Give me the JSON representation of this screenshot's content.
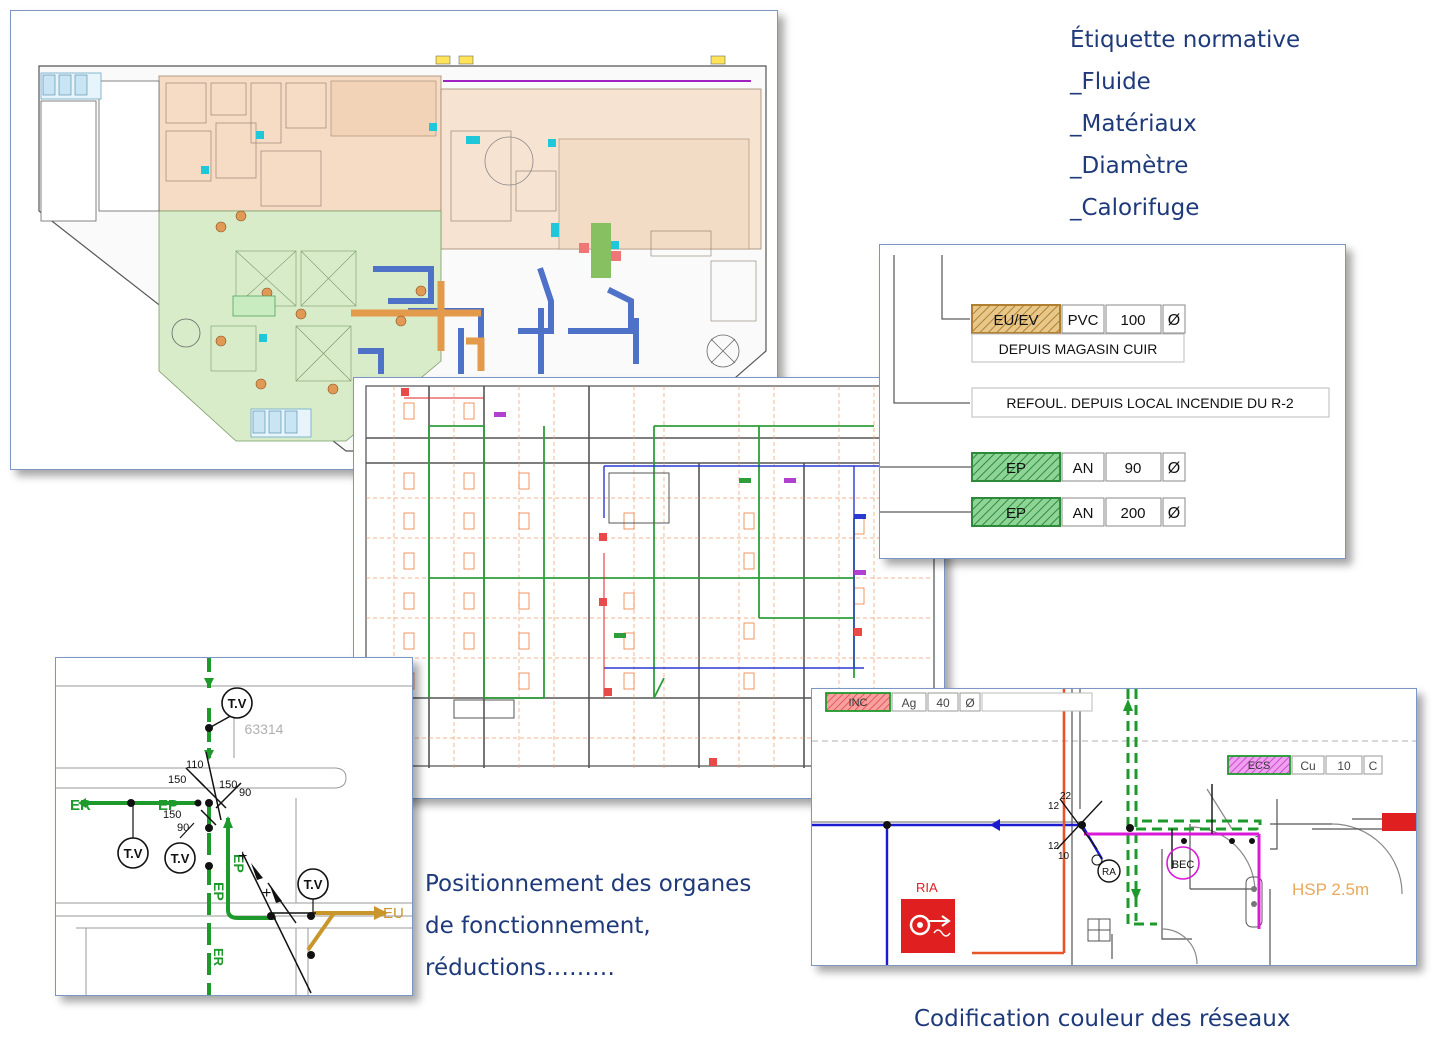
{
  "captions": {
    "label_list": [
      "Étiquette normative",
      "_Fluide",
      "_Matériaux",
      "_Diamètre",
      "_Calorifuge"
    ],
    "positioning": [
      "Positionnement des organes",
      "de fonctionnement,",
      "réductions………"
    ],
    "color_coding": "Codification couleur des réseaux"
  },
  "label_panel": {
    "rows": [
      {
        "fluid": "EU/EV",
        "material": "PVC",
        "diameter": "100",
        "symbol": "Ø",
        "note": "DEPUIS MAGASIN CUIR"
      },
      {
        "note": "REFOUL. DEPUIS LOCAL INCENDIE DU R-2"
      },
      {
        "fluid": "EP",
        "material": "AN",
        "diameter": "90",
        "symbol": "Ø"
      },
      {
        "fluid": "EP",
        "material": "AN",
        "diameter": "200",
        "symbol": "Ø"
      }
    ]
  },
  "detail_panel": {
    "room": "63314",
    "tv": "T.V",
    "ep": "EP",
    "eu": "EU",
    "er": "ER",
    "plus": "+",
    "dims": [
      "110",
      "150",
      "150",
      "90",
      "150",
      "90"
    ]
  },
  "network_panel": {
    "inc_tag": {
      "fluid": "INC",
      "material": "Ag",
      "diameter": "40",
      "symbol": "Ø"
    },
    "ecs_tag": {
      "fluid": "ECS",
      "material": "Cu",
      "diameter": "10",
      "symbol": "C"
    },
    "ria": "RIA",
    "hsp": "HSP 2.5m",
    "bec": "BEC",
    "ra": "RA",
    "dims": [
      "22",
      "12",
      "12",
      "10"
    ]
  },
  "colors": {
    "caption": "#1f3a7a",
    "ep_green": "#1e9a2c",
    "eu_gold": "#c8962a",
    "inc_red": "#e8542a",
    "ecs_magenta": "#d81bd8",
    "network_blue": "#1a1ad0"
  }
}
